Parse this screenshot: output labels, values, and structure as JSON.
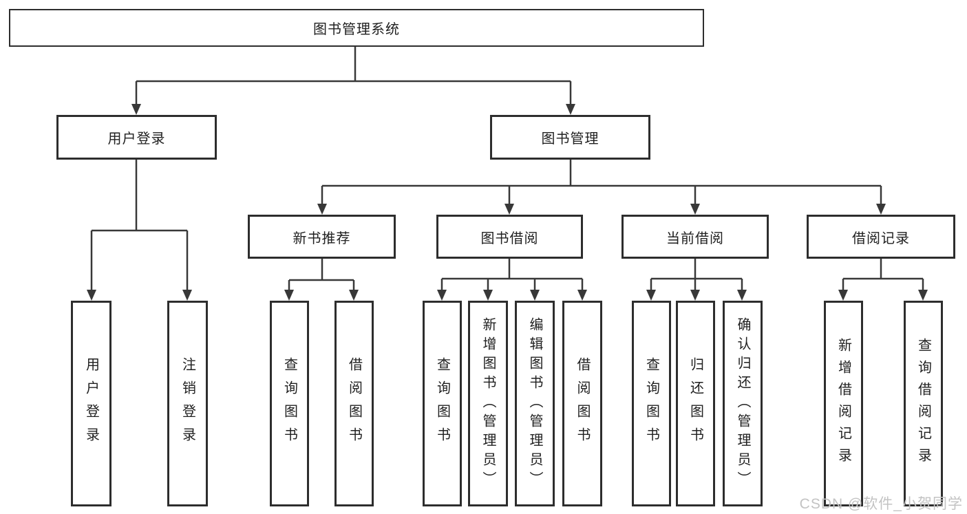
{
  "nodes": {
    "root": "图书管理系统",
    "user_login": "用户登录",
    "book_mgmt": "图书管理",
    "new_book": "新书推荐",
    "book_borrow": "图书借阅",
    "current_borrow": "当前借阅",
    "borrow_record": "借阅记录",
    "ul_login": "用户登录",
    "ul_logout": "注销登录",
    "nb_query": "查询图书",
    "nb_borrow": "借阅图书",
    "bb_query": "查询图书",
    "bb_add": "新增图书（管理员）",
    "bb_edit": "编辑图书（管理员）",
    "bb_borrow": "借阅图书",
    "cb_query": "查询图书",
    "cb_return": "归还图书",
    "cb_confirm": "确认归还（管理员）",
    "br_add": "新增借阅记录",
    "br_query": "查询借阅记录"
  },
  "colors": {
    "line": "#383838",
    "border": "#2d2d2d",
    "text": "#1f1f1f",
    "watermark_text_color": "#c3c3c3"
  },
  "watermark": "CSDN @软件_小贺同学",
  "tree": {
    "label": "图书管理系统",
    "children": [
      {
        "label": "用户登录",
        "children": [
          {
            "label": "用户登录"
          },
          {
            "label": "注销登录"
          }
        ]
      },
      {
        "label": "图书管理",
        "children": [
          {
            "label": "新书推荐",
            "children": [
              {
                "label": "查询图书"
              },
              {
                "label": "借阅图书"
              }
            ]
          },
          {
            "label": "图书借阅",
            "children": [
              {
                "label": "查询图书"
              },
              {
                "label": "新增图书（管理员）"
              },
              {
                "label": "编辑图书（管理员）"
              },
              {
                "label": "借阅图书"
              }
            ]
          },
          {
            "label": "当前借阅",
            "children": [
              {
                "label": "查询图书"
              },
              {
                "label": "归还图书"
              },
              {
                "label": "确认归还（管理员）"
              }
            ]
          },
          {
            "label": "借阅记录",
            "children": [
              {
                "label": "新增借阅记录"
              },
              {
                "label": "查询借阅记录"
              }
            ]
          }
        ]
      }
    ]
  }
}
